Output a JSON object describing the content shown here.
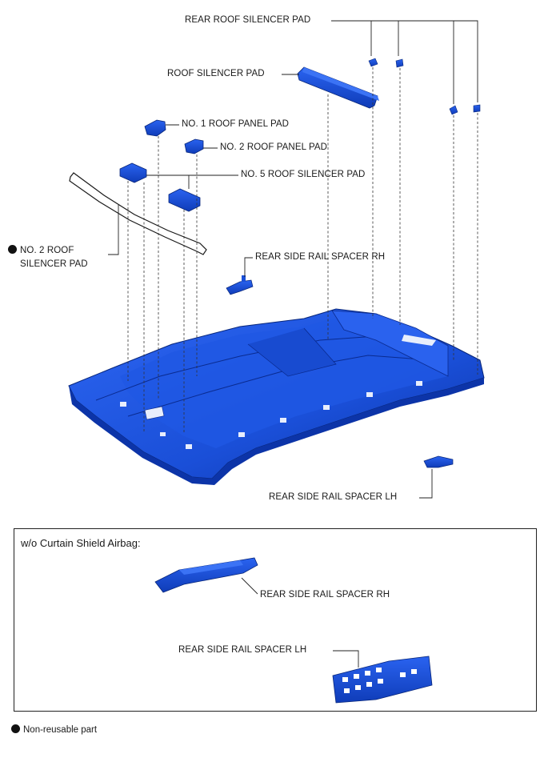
{
  "labels": {
    "rear_roof_silencer_pad": "REAR ROOF SILENCER PAD",
    "roof_silencer_pad": "ROOF SILENCER PAD",
    "no1_roof_panel_pad": "NO. 1 ROOF PANEL PAD",
    "no2_roof_panel_pad": "NO. 2 ROOF PANEL PAD",
    "no5_roof_silencer_pad": "NO. 5 ROOF SILENCER PAD",
    "no2_roof_silencer_pad_line1": "NO. 2 ROOF",
    "no2_roof_silencer_pad_line2": "SILENCER PAD",
    "rear_side_rail_spacer_rh": "REAR SIDE RAIL SPACER RH",
    "rear_side_rail_spacer_lh": "REAR SIDE RAIL SPACER LH"
  },
  "inset": {
    "title": "w/o Curtain Shield Airbag:",
    "rear_side_rail_spacer_rh": "REAR SIDE RAIL SPACER RH",
    "rear_side_rail_spacer_lh": "REAR SIDE RAIL SPACER LH"
  },
  "legend": {
    "non_reusable": "Non-reusable part"
  },
  "colors": {
    "part_blue": "#1a4fd8",
    "part_dark": "#0b2a8a",
    "line": "#222222"
  }
}
